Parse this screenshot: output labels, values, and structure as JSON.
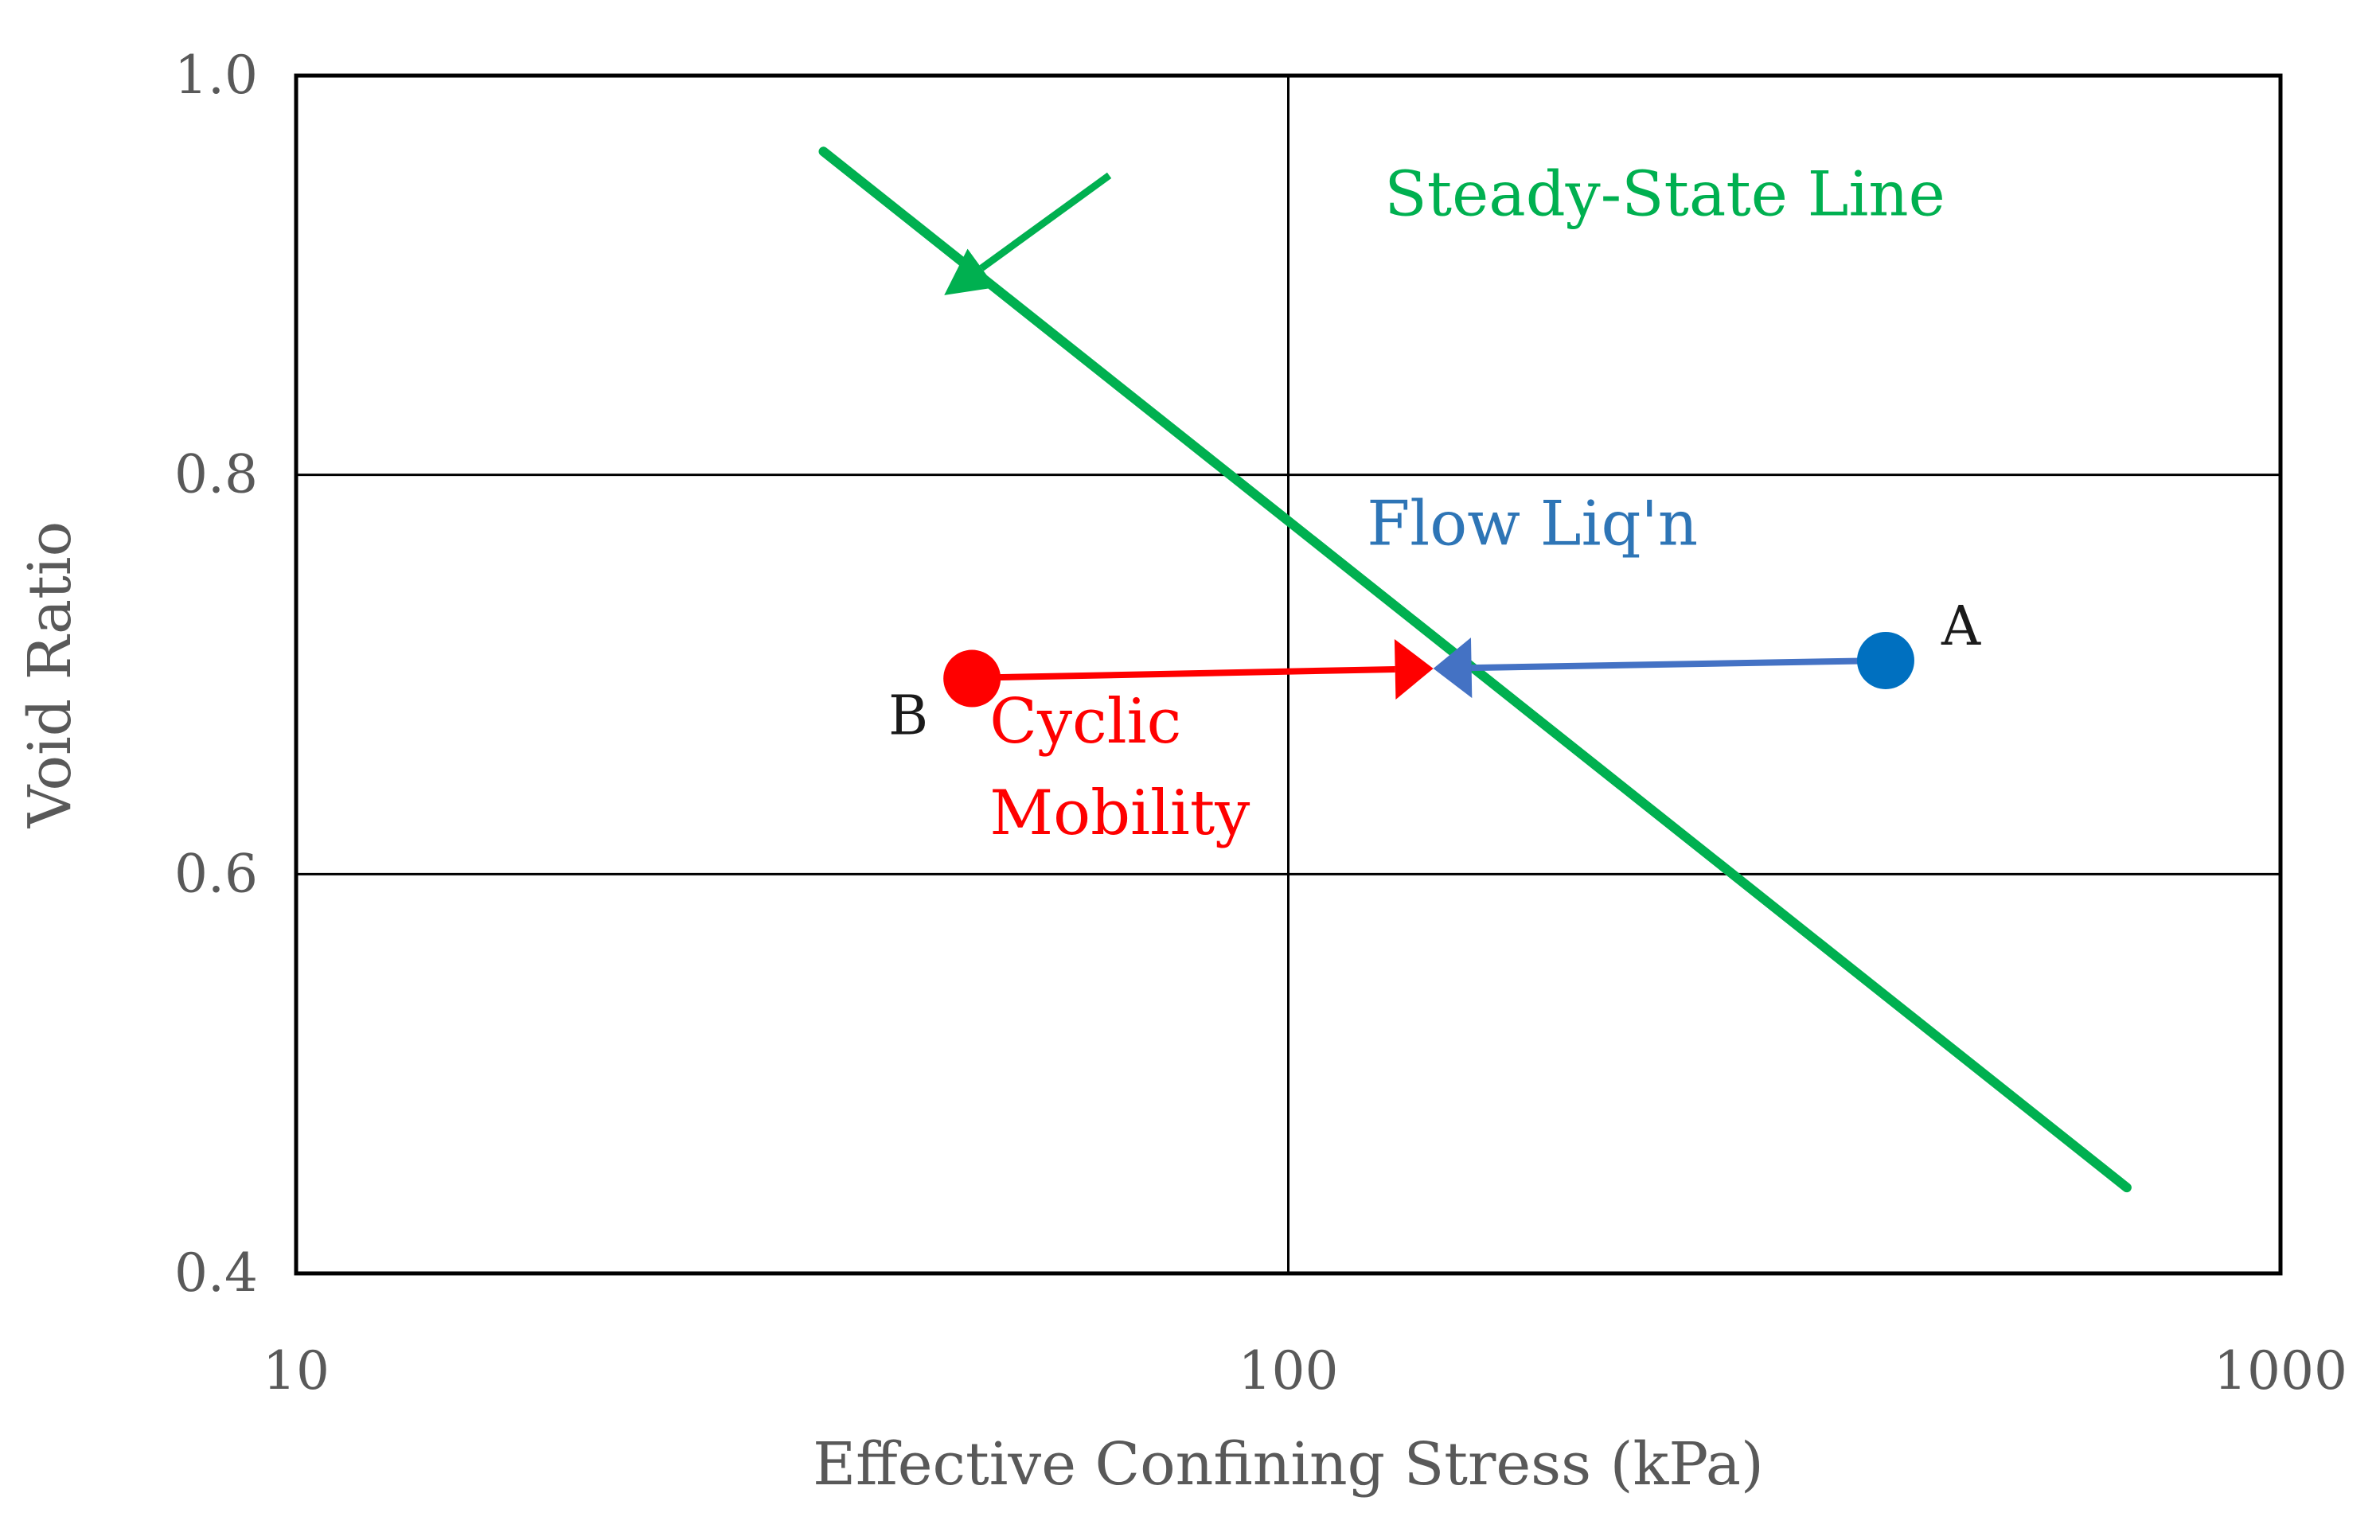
{
  "chart_data": {
    "type": "line",
    "title": "",
    "xlabel": "Effective Confining Stress (kPa)",
    "ylabel": "Void Ratio",
    "xscale": "log",
    "xlim": [
      10,
      1000
    ],
    "ylim": [
      0.4,
      1.0
    ],
    "x_ticks": [
      10,
      100,
      1000
    ],
    "x_tick_labels": [
      "10",
      "100",
      "1000"
    ],
    "y_ticks": [
      0.4,
      0.6,
      0.8,
      1.0
    ],
    "y_tick_labels": [
      "0.4",
      "0.6",
      "0.8",
      "1.0"
    ],
    "grid": true,
    "legend": "none",
    "steady_state_line": {
      "color": "#00b050",
      "x": [
        34,
        700
      ],
      "y": [
        0.962,
        0.443
      ]
    },
    "points": [
      {
        "label": "A",
        "x": 400,
        "y": 0.707,
        "color": "#0070c0"
      },
      {
        "label": "B",
        "x": 48,
        "y": 0.698,
        "color": "#ff0000"
      }
    ],
    "paths": [
      {
        "name": "flow-liquefaction",
        "from": [
          400,
          0.707
        ],
        "to": [
          140,
          0.703
        ],
        "color": "#4472c4"
      },
      {
        "name": "cyclic-mobility",
        "from": [
          45,
          0.698
        ],
        "to": [
          140,
          0.703
        ],
        "color": "#ff0000"
      }
    ],
    "annotations": [
      {
        "text": "Steady-State Line",
        "color": "#00b050",
        "text_at": [
          125,
          0.93
        ],
        "arrow_from": [
          66,
          0.95
        ],
        "arrow_to": [
          45,
          0.89
        ]
      },
      {
        "text": "Flow Liq'n",
        "color": "#2e75b6",
        "text_at": [
          120,
          0.765
        ]
      },
      {
        "text": "Cyclic",
        "color": "#ff0000",
        "text_at": [
          50,
          0.666
        ]
      },
      {
        "text": "Mobility",
        "color": "#ff0000",
        "text_at": [
          50,
          0.62
        ]
      }
    ]
  }
}
